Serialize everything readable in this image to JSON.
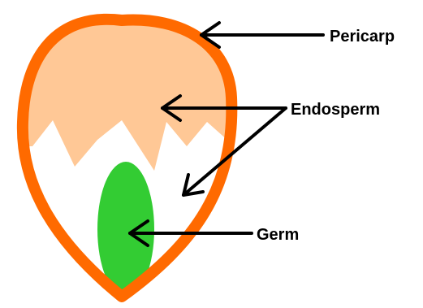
{
  "diagram": {
    "labels": {
      "pericarp": "Pericarp",
      "endosperm": "Endosperm",
      "germ": "Germ"
    },
    "colors": {
      "pericarp": "#FF6A00",
      "endosperm": "#FFC896",
      "germ": "#33CC33",
      "interior": "#FFFFFF",
      "arrow": "#000000"
    }
  }
}
